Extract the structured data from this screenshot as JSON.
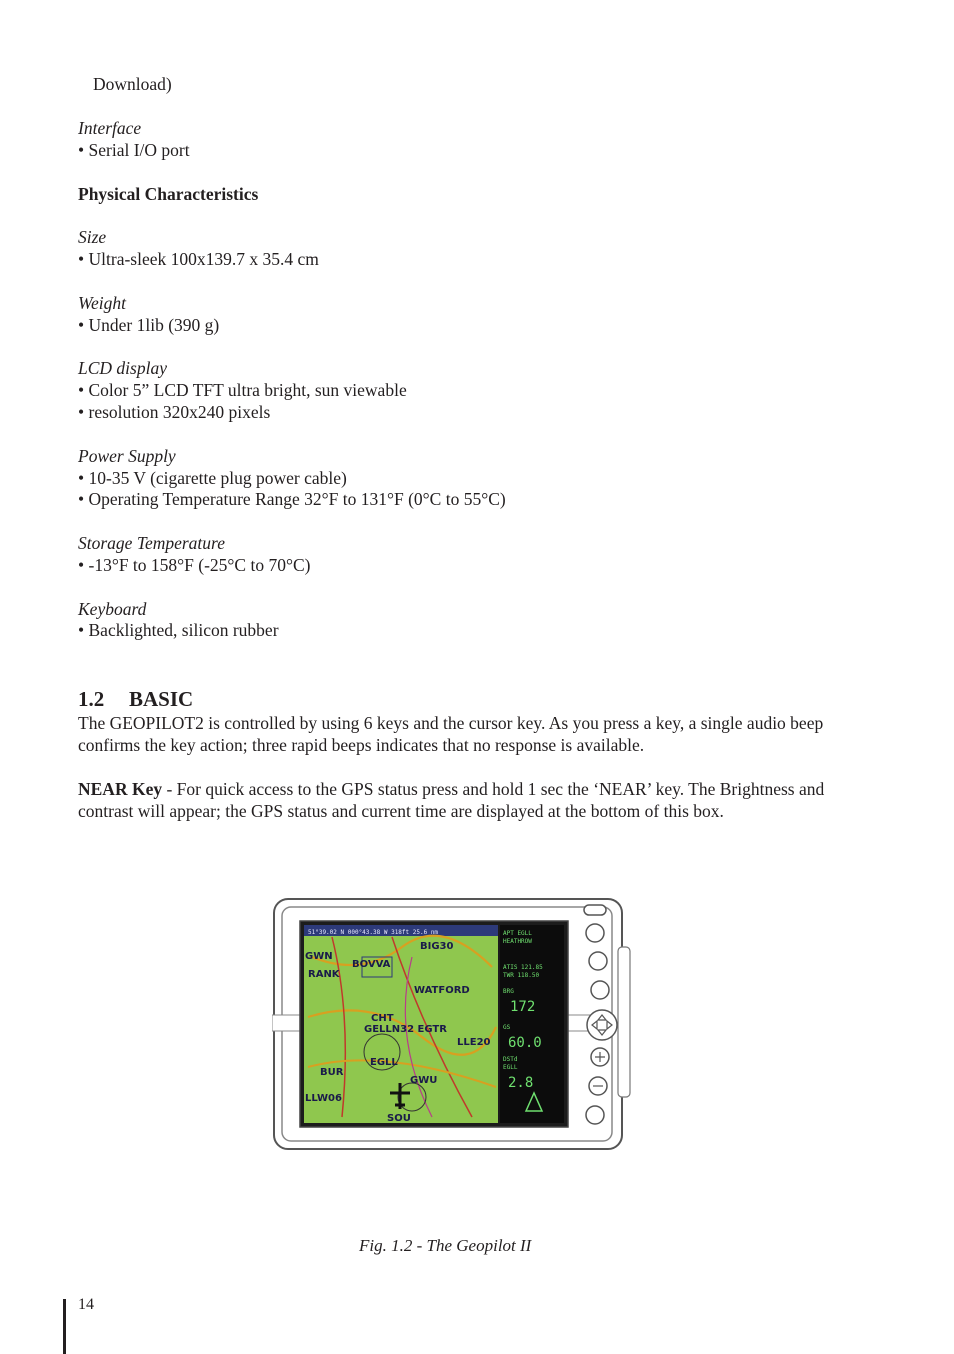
{
  "lines": {
    "download_cont": "Download)",
    "interface_h": "Interface",
    "interface_1": "• Serial I/O port",
    "physical_h": "Physical Characteristics",
    "size_h": "Size",
    "size_1": "• Ultra-sleek 100x139.7 x 35.4 cm",
    "weight_h": "Weight",
    "weight_1": "• Under 1lib (390 g)",
    "lcd_h": "LCD display",
    "lcd_1": "• Color 5” LCD TFT ultra bright, sun viewable",
    "lcd_2": "• resolution 320x240 pixels",
    "power_h": "Power Supply",
    "power_1": "• 10-35 V (cigarette plug power cable)",
    "power_2": "• Operating Temperature Range 32°F to 131°F (0°C to 55°C)",
    "storage_h": "Storage Temperature",
    "storage_1": "• -13°F to 158°F (-25°C to 70°C)",
    "keyboard_h": "Keyboard",
    "keyboard_1": "• Backlighted, silicon rubber"
  },
  "section": {
    "number": "1.2",
    "title": "BASIC",
    "para1": "The GEOPILOT2 is controlled by using 6 keys and the cursor key. As you press a key, a single audio beep confirms the key action; three rapid beeps indicates that no response is available.",
    "near_label": "NEAR Key",
    "near_text": " - For quick access to the GPS status press and hold 1 sec the ‘NEAR’ key. The Brightness and contrast will appear; the GPS status and current time are displayed at the bottom of this box."
  },
  "figure": {
    "caption": "Fig. 1.2 - The Geopilot II",
    "map_labels": [
      "BIG30",
      "GWN",
      "BOVVA",
      "RANK",
      "WATFORD",
      "CHT",
      "GELLN32 EGTR",
      "LLE20",
      "EGLL",
      "BUR",
      "GWU",
      "LLW06",
      "SOU"
    ],
    "panel": [
      "APT EGLL",
      "HEATHROW",
      "ATIS 121.85",
      "TWR 118.50",
      "BRG",
      "172",
      "GS",
      "60.0",
      "DSTd",
      "EGLL",
      "2.8"
    ]
  },
  "page_number": "14"
}
